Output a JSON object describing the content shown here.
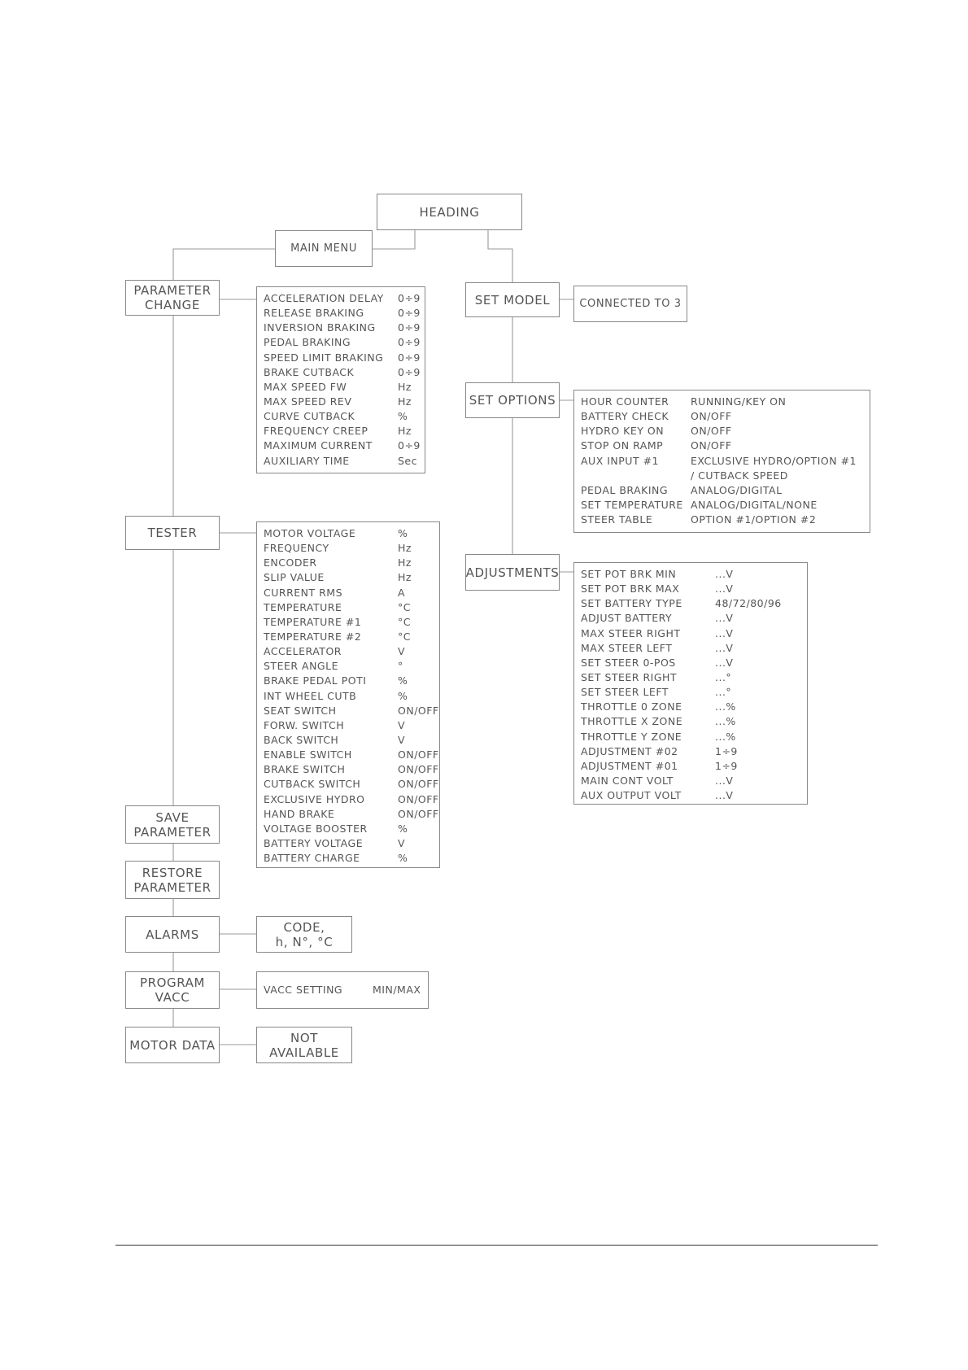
{
  "heading": "HEADING",
  "main_menu": "MAIN MENU",
  "nodes": {
    "parameter_change": [
      "PARAMETER",
      "CHANGE"
    ],
    "tester": [
      "TESTER"
    ],
    "save_parameter": [
      "SAVE",
      "PARAMETER"
    ],
    "restore_parameter": [
      "RESTORE",
      "PARAMETER"
    ],
    "alarms": [
      "ALARMS"
    ],
    "program_vacc": [
      "PROGRAM",
      "VACC"
    ],
    "motor_data": [
      "MOTOR DATA"
    ],
    "set_model": [
      "SET MODEL"
    ],
    "set_options": [
      "SET OPTIONS"
    ],
    "adjustments": [
      "ADJUSTMENTS"
    ]
  },
  "parameter_change_list": [
    [
      "ACCELERATION DELAY",
      "0÷9"
    ],
    [
      "RELEASE BRAKING",
      "0÷9"
    ],
    [
      "INVERSION BRAKING",
      "0÷9"
    ],
    [
      "PEDAL BRAKING",
      "0÷9"
    ],
    [
      "SPEED LIMIT BRAKING",
      "0÷9"
    ],
    [
      "BRAKE CUTBACK",
      "0÷9"
    ],
    [
      "MAX SPEED FW",
      "Hz"
    ],
    [
      "MAX SPEED REV",
      "Hz"
    ],
    [
      "CURVE CUTBACK",
      "%"
    ],
    [
      "FREQUENCY CREEP",
      "Hz"
    ],
    [
      "MAXIMUM CURRENT",
      "0÷9"
    ],
    [
      "AUXILIARY TIME",
      "Sec"
    ]
  ],
  "tester_list": [
    [
      "MOTOR VOLTAGE",
      "%"
    ],
    [
      "FREQUENCY",
      "Hz"
    ],
    [
      "ENCODER",
      "Hz"
    ],
    [
      "SLIP VALUE",
      "Hz"
    ],
    [
      "CURRENT RMS",
      "A"
    ],
    [
      "TEMPERATURE",
      "°C"
    ],
    [
      "TEMPERATURE #1",
      "°C"
    ],
    [
      "TEMPERATURE #2",
      "°C"
    ],
    [
      "ACCELERATOR",
      "V"
    ],
    [
      "STEER ANGLE",
      "°"
    ],
    [
      "BRAKE PEDAL POTI",
      "%"
    ],
    [
      "INT WHEEL CUTB",
      "%"
    ],
    [
      "SEAT SWITCH",
      "ON/OFF"
    ],
    [
      "FORW. SWITCH",
      "V"
    ],
    [
      "BACK SWITCH",
      "V"
    ],
    [
      "ENABLE SWITCH",
      "ON/OFF"
    ],
    [
      "BRAKE SWITCH",
      "ON/OFF"
    ],
    [
      "CUTBACK SWITCH",
      "ON/OFF"
    ],
    [
      "EXCLUSIVE HYDRO",
      "ON/OFF"
    ],
    [
      "HAND BRAKE",
      "ON/OFF"
    ],
    [
      "VOLTAGE BOOSTER",
      "%"
    ],
    [
      "BATTERY VOLTAGE",
      "V"
    ],
    [
      "BATTERY CHARGE",
      "%"
    ]
  ],
  "alarms_detail": [
    "CODE,",
    "h, N°, °C"
  ],
  "program_vacc_detail": [
    "VACC SETTING",
    "MIN/MAX"
  ],
  "motor_data_detail": [
    "NOT",
    "AVAILABLE"
  ],
  "set_model_detail": "CONNECTED TO 3",
  "set_options_list": [
    [
      "HOUR COUNTER",
      "RUNNING/KEY ON"
    ],
    [
      "BATTERY CHECK",
      "ON/OFF"
    ],
    [
      "HYDRO KEY ON",
      "ON/OFF"
    ],
    [
      "STOP ON RAMP",
      "ON/OFF"
    ],
    [
      "AUX INPUT #1",
      "EXCLUSIVE HYDRO/OPTION #1"
    ],
    [
      "",
      "/ CUTBACK SPEED"
    ],
    [
      "PEDAL BRAKING",
      "ANALOG/DIGITAL"
    ],
    [
      "SET TEMPERATURE",
      "ANALOG/DIGITAL/NONE"
    ],
    [
      "STEER TABLE",
      "OPTION #1/OPTION #2"
    ]
  ],
  "adjustments_list": [
    [
      "SET POT BRK MIN",
      "...V"
    ],
    [
      "SET POT BRK MAX",
      "...V"
    ],
    [
      "SET BATTERY TYPE",
      "48/72/80/96"
    ],
    [
      "ADJUST BATTERY",
      "...V"
    ],
    [
      "MAX STEER RIGHT",
      "...V"
    ],
    [
      "MAX STEER LEFT",
      "...V"
    ],
    [
      "SET STEER 0-POS",
      "...V"
    ],
    [
      "SET STEER RIGHT",
      "...°"
    ],
    [
      "SET STEER LEFT",
      "...°"
    ],
    [
      "THROTTLE 0 ZONE",
      "...%"
    ],
    [
      "THROTTLE X ZONE",
      "...%"
    ],
    [
      "THROTTLE Y ZONE",
      "...%"
    ],
    [
      "ADJUSTMENT #02",
      "1÷9"
    ],
    [
      "ADJUSTMENT #01",
      "1÷9"
    ],
    [
      "MAIN CONT VOLT",
      "...V"
    ],
    [
      "AUX OUTPUT VOLT",
      "...V"
    ]
  ]
}
